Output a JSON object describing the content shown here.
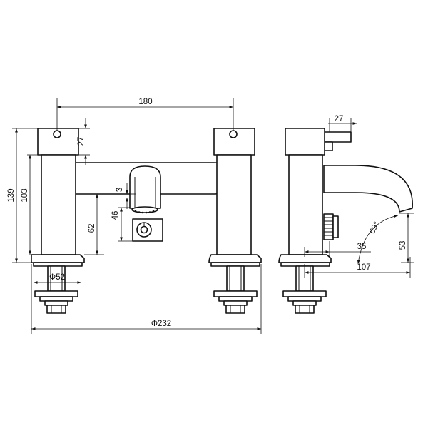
{
  "dimensions": {
    "d180": "180",
    "d27_top": "27",
    "d139": "139",
    "d103": "103",
    "d3": "3",
    "d46": "46",
    "d62": "62",
    "d52": "Φ52",
    "d232": "Φ232",
    "d27_side": "27",
    "d69": "69°",
    "d35": "35",
    "d53": "53",
    "d107": "107"
  }
}
